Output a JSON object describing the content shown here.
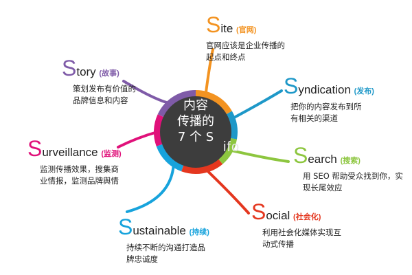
{
  "center": {
    "line1": "内容",
    "line2": "传播的",
    "line3": "7 个 S"
  },
  "watermark": "ifo",
  "items": [
    {
      "initial": "S",
      "rest": "ite",
      "zh": "(官网)",
      "color": "#f39321",
      "desc": "官网应该是企业传播的起点和终点"
    },
    {
      "initial": "S",
      "rest": "yndication",
      "zh": "(发布)",
      "color": "#1e98c8",
      "desc": "把你的内容发布到所有相关的渠道"
    },
    {
      "initial": "S",
      "rest": "earch",
      "zh": "(搜索)",
      "color": "#8dc63f",
      "desc": "用 SEO 帮助受众找到你，实现长尾效应"
    },
    {
      "initial": "S",
      "rest": "ocial",
      "zh": "(社会化)",
      "color": "#e4371f",
      "desc": "利用社会化媒体实现互动式传播"
    },
    {
      "initial": "S",
      "rest": "ustainable",
      "zh": "(持续)",
      "color": "#17a3dc",
      "desc": "持续不断的沟通打造品牌忠诚度"
    },
    {
      "initial": "S",
      "rest": "urveillance",
      "zh": "(监测)",
      "color": "#e0117a",
      "desc": "监测传播效果，搜集商业情报，监测品牌舆情"
    },
    {
      "initial": "S",
      "rest": "tory",
      "zh": "(故事)",
      "color": "#7f5ba8",
      "desc": "策划发布有价值的品牌信息和内容"
    }
  ]
}
